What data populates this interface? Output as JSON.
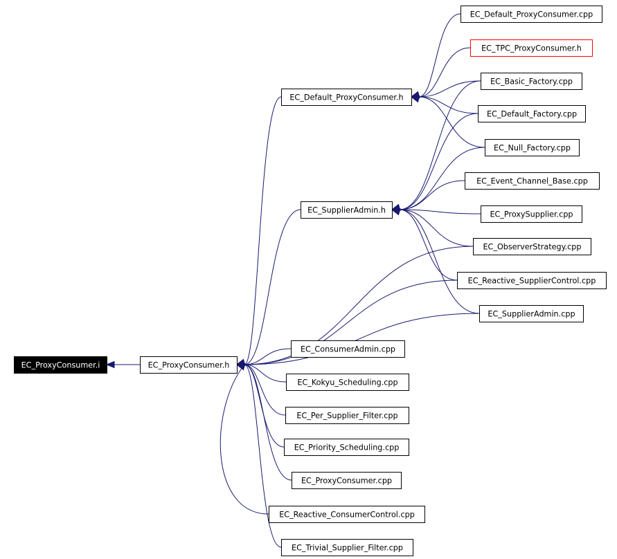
{
  "colors": {
    "edge": "#191970",
    "node_border": "#000000",
    "highlight_border": "#ff0000",
    "root_fill": "#000000",
    "root_text": "#ffffff"
  },
  "nodes": [
    {
      "id": "proxyconsumer-i",
      "label": "EC_ProxyConsumer.i",
      "style": "root"
    },
    {
      "id": "proxyconsumer-h",
      "label": "EC_ProxyConsumer.h"
    },
    {
      "id": "default-proxyconsumer-h",
      "label": "EC_Default_ProxyConsumer.h"
    },
    {
      "id": "supplieradmin-h",
      "label": "EC_SupplierAdmin.h"
    },
    {
      "id": "default-proxyconsumer-cpp",
      "label": "EC_Default_ProxyConsumer.cpp"
    },
    {
      "id": "tpc-proxyconsumer-h",
      "label": "EC_TPC_ProxyConsumer.h",
      "style": "red"
    },
    {
      "id": "basic-factory-cpp",
      "label": "EC_Basic_Factory.cpp"
    },
    {
      "id": "default-factory-cpp",
      "label": "EC_Default_Factory.cpp"
    },
    {
      "id": "null-factory-cpp",
      "label": "EC_Null_Factory.cpp"
    },
    {
      "id": "event-channel-base-cpp",
      "label": "EC_Event_Channel_Base.cpp"
    },
    {
      "id": "proxysupplier-cpp",
      "label": "EC_ProxySupplier.cpp"
    },
    {
      "id": "observerstrategy-cpp",
      "label": "EC_ObserverStrategy.cpp"
    },
    {
      "id": "reactive-suppliercontrol-cpp",
      "label": "EC_Reactive_SupplierControl.cpp"
    },
    {
      "id": "supplieradmin-cpp",
      "label": "EC_SupplierAdmin.cpp"
    },
    {
      "id": "consumeradmin-cpp",
      "label": "EC_ConsumerAdmin.cpp"
    },
    {
      "id": "kokyu-scheduling-cpp",
      "label": "EC_Kokyu_Scheduling.cpp"
    },
    {
      "id": "per-supplier-filter-cpp",
      "label": "EC_Per_Supplier_Filter.cpp"
    },
    {
      "id": "priority-scheduling-cpp",
      "label": "EC_Priority_Scheduling.cpp"
    },
    {
      "id": "proxyconsumer-cpp",
      "label": "EC_ProxyConsumer.cpp"
    },
    {
      "id": "reactive-consumercontrol-cpp",
      "label": "EC_Reactive_ConsumerControl.cpp"
    },
    {
      "id": "trivial-supplier-filter-cpp",
      "label": "EC_Trivial_Supplier_Filter.cpp"
    }
  ],
  "edges": [
    {
      "from": "proxyconsumer-h",
      "to": "proxyconsumer-i"
    },
    {
      "from": "default-proxyconsumer-h",
      "to": "proxyconsumer-h"
    },
    {
      "from": "supplieradmin-h",
      "to": "proxyconsumer-h"
    },
    {
      "from": "observerstrategy-cpp",
      "to": "proxyconsumer-h"
    },
    {
      "from": "reactive-suppliercontrol-cpp",
      "to": "proxyconsumer-h"
    },
    {
      "from": "supplieradmin-cpp",
      "to": "proxyconsumer-h"
    },
    {
      "from": "consumeradmin-cpp",
      "to": "proxyconsumer-h"
    },
    {
      "from": "kokyu-scheduling-cpp",
      "to": "proxyconsumer-h"
    },
    {
      "from": "per-supplier-filter-cpp",
      "to": "proxyconsumer-h"
    },
    {
      "from": "priority-scheduling-cpp",
      "to": "proxyconsumer-h"
    },
    {
      "from": "proxyconsumer-cpp",
      "to": "proxyconsumer-h"
    },
    {
      "from": "reactive-consumercontrol-cpp",
      "to": "proxyconsumer-h"
    },
    {
      "from": "trivial-supplier-filter-cpp",
      "to": "proxyconsumer-h"
    },
    {
      "from": "default-proxyconsumer-cpp",
      "to": "default-proxyconsumer-h"
    },
    {
      "from": "tpc-proxyconsumer-h",
      "to": "default-proxyconsumer-h"
    },
    {
      "from": "basic-factory-cpp",
      "to": "default-proxyconsumer-h"
    },
    {
      "from": "default-factory-cpp",
      "to": "default-proxyconsumer-h"
    },
    {
      "from": "null-factory-cpp",
      "to": "default-proxyconsumer-h"
    },
    {
      "from": "basic-factory-cpp",
      "to": "supplieradmin-h"
    },
    {
      "from": "default-factory-cpp",
      "to": "supplieradmin-h"
    },
    {
      "from": "null-factory-cpp",
      "to": "supplieradmin-h"
    },
    {
      "from": "event-channel-base-cpp",
      "to": "supplieradmin-h"
    },
    {
      "from": "proxysupplier-cpp",
      "to": "supplieradmin-h"
    },
    {
      "from": "observerstrategy-cpp",
      "to": "supplieradmin-h"
    },
    {
      "from": "reactive-suppliercontrol-cpp",
      "to": "supplieradmin-h"
    },
    {
      "from": "supplieradmin-cpp",
      "to": "supplieradmin-h"
    }
  ]
}
